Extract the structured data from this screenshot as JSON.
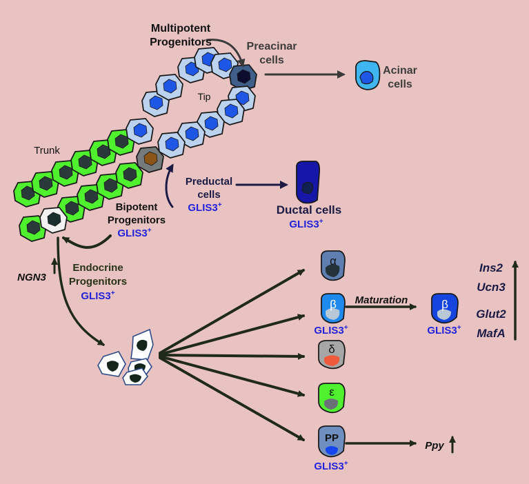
{
  "labels": {
    "multipotent_line1": "Multipotent",
    "multipotent_line2": "Progenitors",
    "preacinar_line1": "Preacinar",
    "preacinar_line2": "cells",
    "acinar_line1": "Acinar",
    "acinar_line2": "cells",
    "tip": "Tip",
    "trunk": "Trunk",
    "preductal_line1": "Preductal",
    "preductal_line2": "cells",
    "glis3": "GLIS3",
    "plus": "+",
    "ductal": "Ductal cells",
    "bipotent_line1": "Bipotent",
    "bipotent_line2": "Progenitors",
    "endocrine_line1": "Endocrine",
    "endocrine_line2": "Progenitors",
    "ngn3": "NGN3",
    "maturation": "Maturation",
    "genes": [
      "Ins2",
      "Ucn3",
      "Glut2",
      "MafA"
    ],
    "ppy": "Ppy"
  },
  "cells": {
    "alpha": "α",
    "beta": "β",
    "beta_mature": "β",
    "delta": "δ",
    "epsilon": "ε",
    "pp": "PP"
  },
  "colors": {
    "background": "#e8c3c1",
    "green_cell": "#4ff02e",
    "pale_cell": "#bcd3ef",
    "blue_nucleus": "#1e56e6",
    "dark_nucleus": "#2a3a3a",
    "glis3_text": "#2222dd",
    "arrow": "#1f2a1a",
    "dark_arrow": "#1a1a44"
  }
}
